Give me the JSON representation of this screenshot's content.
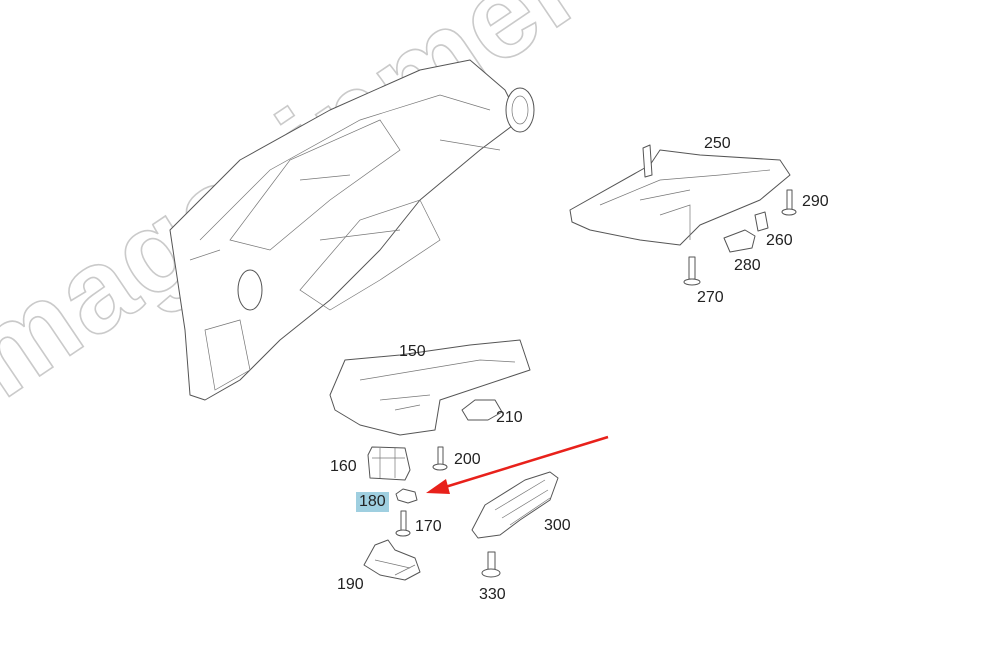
{
  "watermark": "magazinmercedes.ru",
  "parts": [
    {
      "id": "250",
      "label": "250"
    },
    {
      "id": "290",
      "label": "290"
    },
    {
      "id": "260",
      "label": "260"
    },
    {
      "id": "280",
      "label": "280"
    },
    {
      "id": "270",
      "label": "270"
    },
    {
      "id": "150",
      "label": "150"
    },
    {
      "id": "210",
      "label": "210"
    },
    {
      "id": "160",
      "label": "160"
    },
    {
      "id": "200",
      "label": "200"
    },
    {
      "id": "180",
      "label": "180",
      "highlighted": true
    },
    {
      "id": "170",
      "label": "170"
    },
    {
      "id": "300",
      "label": "300"
    },
    {
      "id": "190",
      "label": "190"
    },
    {
      "id": "330",
      "label": "330"
    }
  ],
  "colors": {
    "highlight": "#9fcfe0",
    "arrow": "#e8211b",
    "line": "#555555"
  }
}
